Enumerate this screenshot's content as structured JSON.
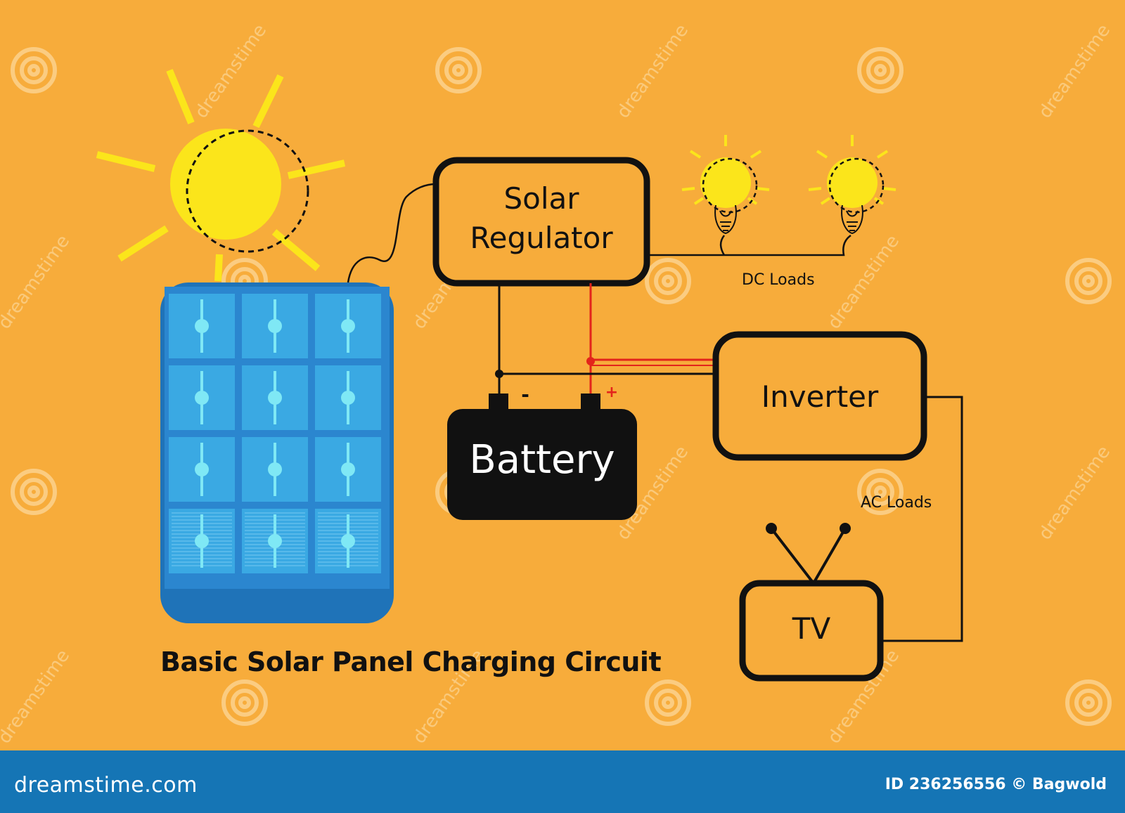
{
  "title": "Basic Solar Panel Charging Circuit",
  "nodes": {
    "regulator": {
      "line1": "Solar",
      "line2": "Regulator"
    },
    "battery": {
      "label": "Battery",
      "neg": "-",
      "pos": "+"
    },
    "inverter": {
      "label": "Inverter"
    },
    "tv": {
      "label": "TV"
    }
  },
  "labels": {
    "dc_loads": "DC Loads",
    "ac_loads": "AC Loads"
  },
  "watermark": {
    "text": "dreamstime"
  },
  "footer": {
    "brand": "dreamstime.com",
    "id": "ID 236256556 © Bagwold"
  },
  "colors": {
    "background": "#f7ac3b",
    "footer": "#1575b5",
    "sun": "#fbe51b",
    "panel": "#1f73b8",
    "cell": "#3aa9e3",
    "wire_positive": "#e3241b",
    "wire": "#111111"
  },
  "icons": [
    "sun-icon",
    "solar-panel-icon",
    "light-bulb-icon",
    "tv-antenna-icon"
  ]
}
